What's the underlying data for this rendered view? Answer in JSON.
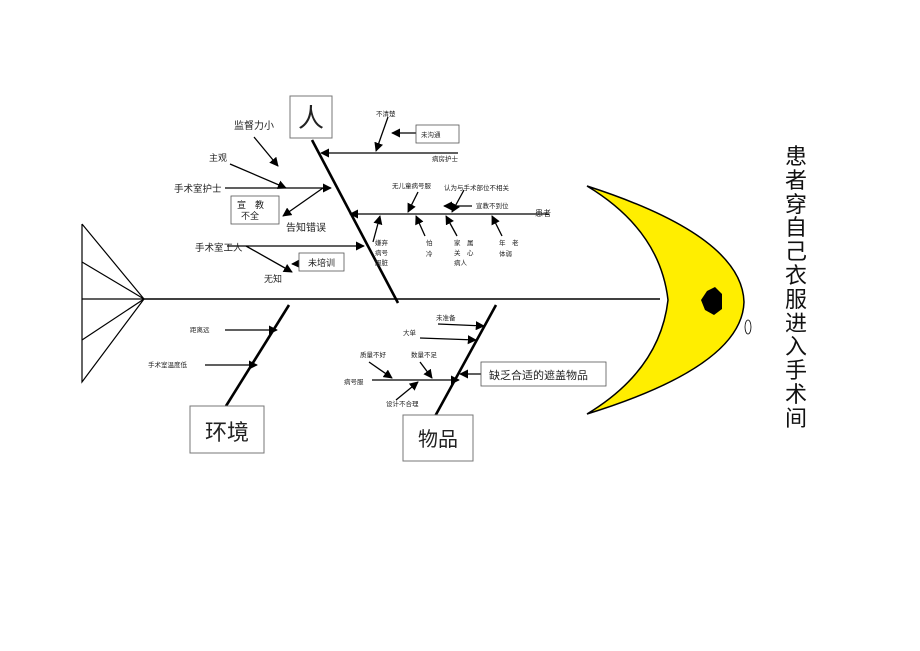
{
  "categories": {
    "people": "人",
    "environment": "环境",
    "items": "物品"
  },
  "effect_title": [
    "患",
    "者",
    "穿",
    "自",
    "己",
    "衣",
    "服",
    "进",
    "入",
    "手",
    "术",
    "间"
  ],
  "people_causes": {
    "supervision_weak": "监督力小",
    "subjective": "主观",
    "or_nurse": "手术室护士",
    "education_line1": "宣　教",
    "education_line2": "不全",
    "notify_error": "告知错误",
    "or_worker": "手术室工人",
    "unaware": "无知",
    "untrained": "未培训",
    "unclear": "不清楚",
    "not_communicated": "未沟通",
    "ward_nurse": "病房护士",
    "patient": "患者",
    "no_ward_clothes": "无儿童病号服",
    "think_irrelevant": "认为与手术部位不相关",
    "education_not_in_place": "宣教不到位",
    "dislike_line1": "嫌弃",
    "dislike_line2": "病号",
    "dislike_line3": "服脏",
    "afraid_line1": "怕",
    "afraid_line2": "冷",
    "family_line1": "家　属",
    "family_line2": "关　心",
    "family_line3": "病人",
    "elderly_line1": "年　老",
    "elderly_line2": "体弱"
  },
  "environment_causes": {
    "distance": "距离远",
    "room_temp_low": "手术室温度低"
  },
  "items_causes": {
    "not_prepared": "未准备",
    "too_big": "大单",
    "quality_poor": "质量不好",
    "quantity_short": "数量不足",
    "ward_clothes": "病号服",
    "design_unreasonable": "设计不合理",
    "lack_cover": "缺乏合适的遮盖物品"
  },
  "colors": {
    "fish_head": "#ffee00",
    "eye": "#000000",
    "line": "#000000"
  }
}
